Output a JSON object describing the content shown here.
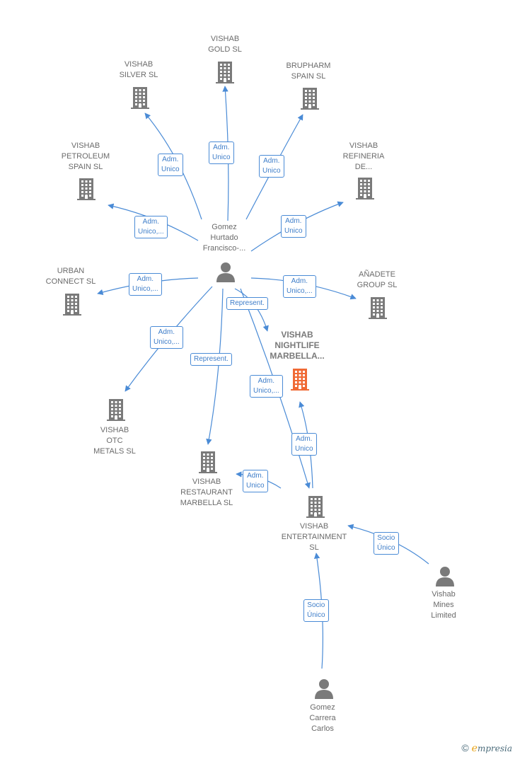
{
  "nodes": {
    "vishab_gold": [
      "VISHAB",
      "GOLD  SL"
    ],
    "vishab_silver": [
      "VISHAB",
      "SILVER  SL"
    ],
    "brupharm": [
      "BRUPHARM",
      "SPAIN  SL"
    ],
    "vishab_petroleum": [
      "VISHAB",
      "PETROLEUM",
      "SPAIN SL"
    ],
    "vishab_refineria": [
      "VISHAB",
      "REFINERIA",
      "DE..."
    ],
    "gomez_hurtado": [
      "Gomez",
      "Hurtado",
      "Francisco-..."
    ],
    "urban_connect": [
      "URBAN",
      "CONNECT  SL"
    ],
    "anadete": [
      "AÑADETE",
      "GROUP  SL"
    ],
    "vishab_nightlife": [
      "VISHAB",
      "NIGHTLIFE",
      "MARBELLA..."
    ],
    "vishab_otc": [
      "VISHAB",
      "OTC",
      "METALS  SL"
    ],
    "vishab_restaurant": [
      "VISHAB",
      "RESTAURANT",
      "MARBELLA  SL"
    ],
    "vishab_entertainment": [
      "VISHAB",
      "ENTERTAINMENT",
      "SL"
    ],
    "vishab_mines": [
      "Vishab",
      "Mines",
      "Limited"
    ],
    "gomez_carrera": [
      "Gomez",
      "Carrera",
      "Carlos"
    ]
  },
  "edges": {
    "gold": [
      "Adm.",
      "Unico"
    ],
    "silver": [
      "Adm.",
      "Unico"
    ],
    "brupharm": [
      "Adm.",
      "Unico"
    ],
    "petroleum": [
      "Adm.",
      "Unico,..."
    ],
    "refineria": [
      "Adm.",
      "Unico"
    ],
    "urban": [
      "Adm.",
      "Unico,..."
    ],
    "anadete": [
      "Adm.",
      "Unico,..."
    ],
    "represent_nightlife": [
      "Represent."
    ],
    "otc": [
      "Adm.",
      "Unico,..."
    ],
    "represent_restaurant": [
      "Represent."
    ],
    "entertainment_main": [
      "Adm.",
      "Unico,..."
    ],
    "nightlife_from_ent": [
      "Adm.",
      "Unico"
    ],
    "restaurant_from_ent": [
      "Adm.",
      "Unico"
    ],
    "mines": [
      "Socio",
      "Único"
    ],
    "carrera": [
      "Socio",
      "Único"
    ]
  },
  "colors": {
    "edge": "#4a8bd6",
    "building": "#7a7a7a",
    "focus_building": "#f06a35",
    "person": "#7a7a7a"
  },
  "footer": {
    "copyright": "©",
    "brand_initial": "e",
    "brand_rest": "mpresia"
  }
}
